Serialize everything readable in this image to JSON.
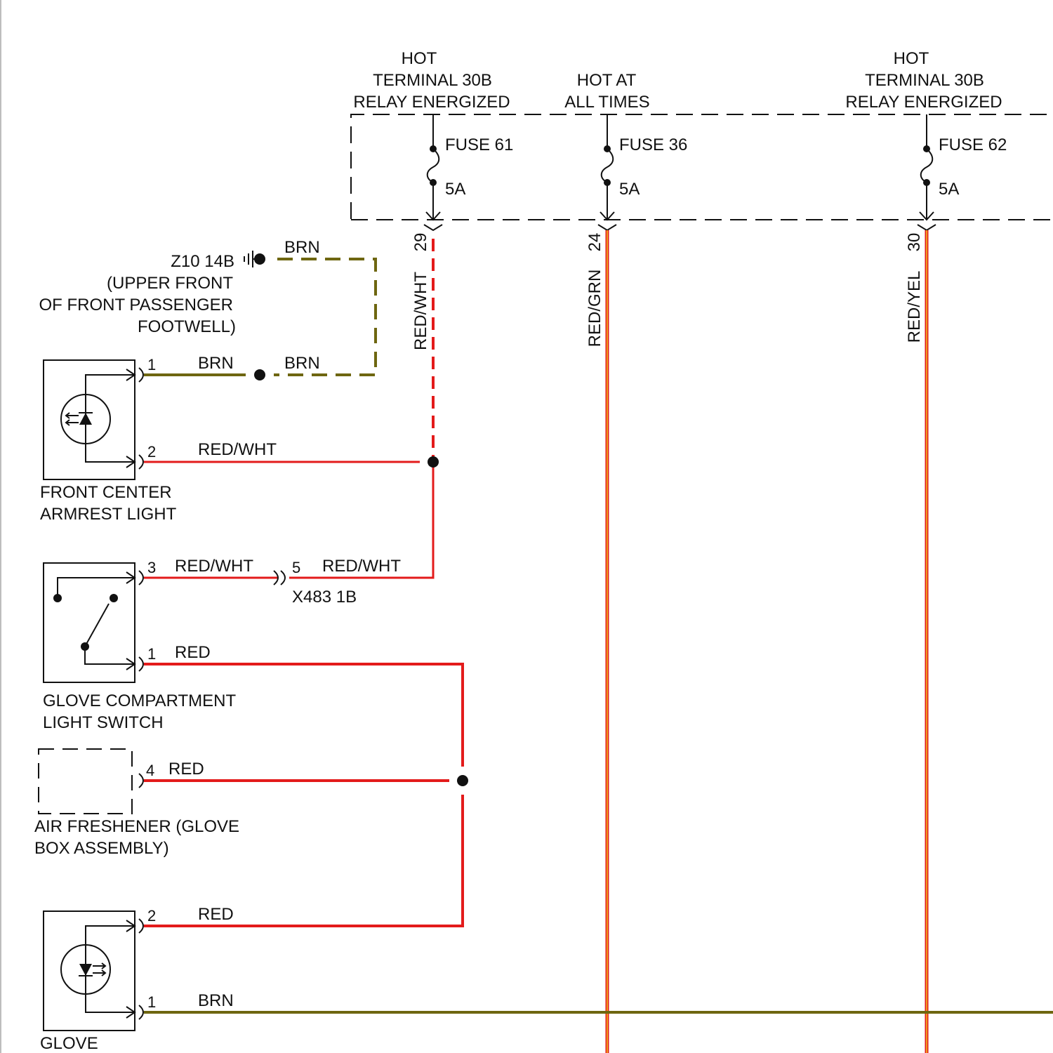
{
  "colors": {
    "red": "#e31b1b",
    "brown": "#6e6610",
    "yellow_stripe": "#f2d21e",
    "green_stripe": "#f2d21e",
    "outline": "#111111"
  },
  "power": {
    "feed_left": [
      "HOT",
      "TERMINAL 30B",
      "RELAY ENERGIZED"
    ],
    "feed_mid": [
      "HOT AT",
      "ALL TIMES"
    ],
    "feed_right": [
      "HOT",
      "TERMINAL 30B",
      "RELAY ENERGIZED"
    ]
  },
  "fuses": [
    {
      "name": "FUSE 61",
      "rating": "5A",
      "terminal": "29",
      "wire": "RED/WHT"
    },
    {
      "name": "FUSE 36",
      "rating": "5A",
      "terminal": "24",
      "wire": "RED/GRN"
    },
    {
      "name": "FUSE 62",
      "rating": "5A",
      "terminal": "30",
      "wire": "RED/YEL"
    }
  ],
  "ground": {
    "id": "Z10 14B",
    "location": [
      "(UPPER FRONT",
      "OF FRONT PASSENGER",
      "FOOTWELL)"
    ],
    "wire": "BRN"
  },
  "components": {
    "armrest_light": {
      "name": [
        "FRONT CENTER",
        "ARMREST LIGHT"
      ],
      "pin1": "1",
      "pin1_wire": "BRN",
      "splice_wire": "BRN",
      "pin2": "2",
      "pin2_wire": "RED/WHT"
    },
    "glove_switch": {
      "name": [
        "GLOVE COMPARTMENT",
        "LIGHT SWITCH"
      ],
      "pin3": "3",
      "pin3_wire": "RED/WHT",
      "pin1": "1",
      "pin1_wire": "RED"
    },
    "connector": {
      "id": "X483 1B",
      "pin": "5",
      "wire": "RED/WHT"
    },
    "air_freshener": {
      "name": [
        "AIR FRESHENER (GLOVE",
        "BOX ASSEMBLY)"
      ],
      "pin": "4",
      "wire": "RED"
    },
    "glove_light": {
      "name": [
        "GLOVE"
      ],
      "pin2": "2",
      "pin2_wire": "RED",
      "pin1": "1",
      "pin1_wire": "BRN"
    }
  }
}
